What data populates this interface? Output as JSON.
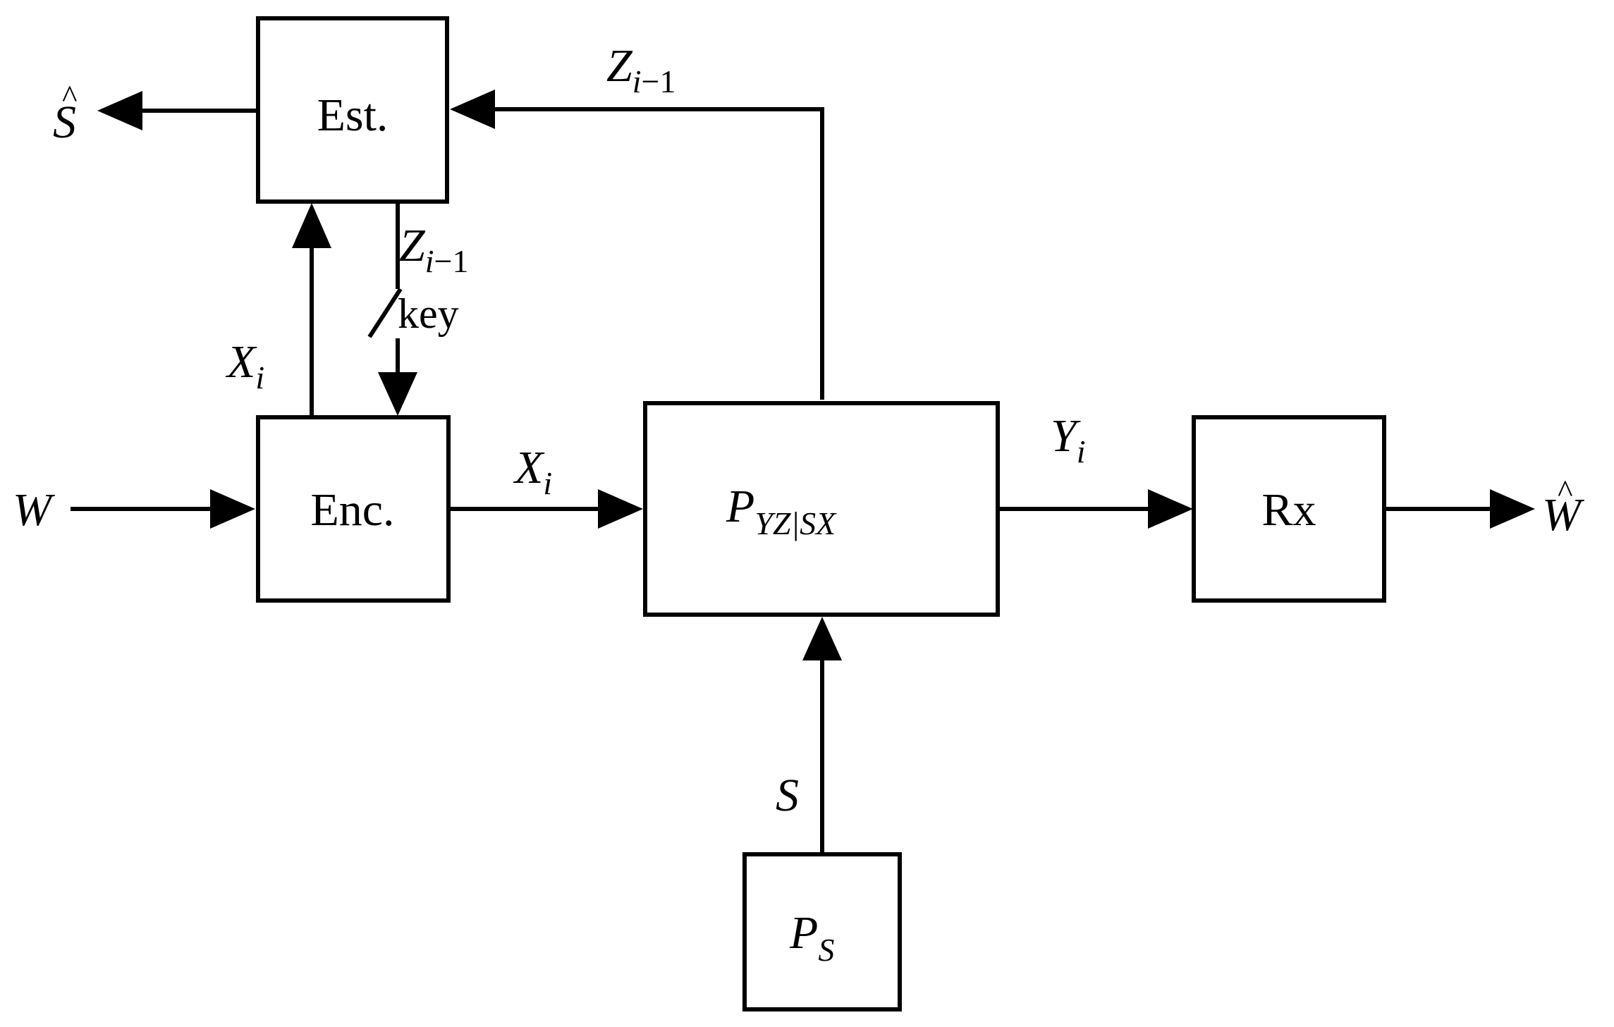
{
  "blocks": {
    "estimator": "Est.",
    "encoder": "Enc.",
    "channel": {
      "symbol": "P",
      "subscript": "YZ|SX"
    },
    "receiver": "Rx",
    "state_source": {
      "symbol": "P",
      "subscript": "S"
    }
  },
  "signals": {
    "message_in": "W",
    "message_out": {
      "symbol": "W",
      "hat": "^"
    },
    "state_estimate": {
      "symbol": "S",
      "hat": "^"
    },
    "feedback": {
      "symbol": "Z",
      "subscript": "i",
      "sub_minus": "−1"
    },
    "switched_feedback": {
      "symbol": "Z",
      "subscript": "i",
      "sub_minus": "−1"
    },
    "switch_label": "key",
    "encoder_to_estimator": {
      "symbol": "X",
      "subscript": "i"
    },
    "channel_input": {
      "symbol": "X",
      "subscript": "i"
    },
    "channel_output": {
      "symbol": "Y",
      "subscript": "i"
    },
    "state": "S"
  },
  "colors": {
    "stroke": "#000000",
    "background": "#ffffff"
  }
}
